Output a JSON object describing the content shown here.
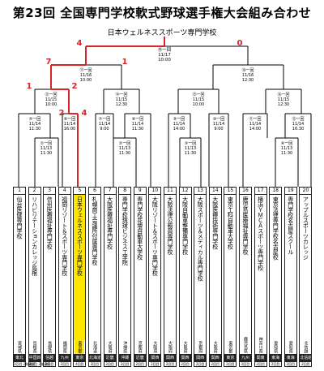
{
  "title": "第23回 全国専門学校軟式野球選手権大会組み合わせ",
  "champion": "日本ウェルネススポーツ専門学校",
  "final": {
    "label": "⑲一回",
    "date": "11/17",
    "time": "10:00",
    "score_left": "4",
    "score_right": "0"
  },
  "matches": [
    {
      "label": "⑰一回",
      "date": "11/16",
      "time": "10:00"
    },
    {
      "label": "⑱一回",
      "date": "11/16",
      "time": "12:30"
    },
    {
      "label": "⑬一回",
      "date": "11/15",
      "time": "10:00"
    },
    {
      "label": "⑭一回",
      "date": "11/15",
      "time": "12:30"
    },
    {
      "label": "⑮一回",
      "date": "11/15",
      "time": "10:00"
    },
    {
      "label": "⑯一回",
      "date": "11/15",
      "time": "12:30"
    },
    {
      "label": "⑤一回",
      "date": "11/14",
      "time": "11:30"
    },
    {
      "label": "⑥一回",
      "date": "11/14",
      "time": "16:00"
    },
    {
      "label": "⑦一回",
      "date": "11/14",
      "time": "9:00"
    },
    {
      "label": "⑧一回",
      "date": "11/14",
      "time": "11:30"
    },
    {
      "label": "⑨一回",
      "date": "11/14",
      "time": "14:00"
    },
    {
      "label": "⑩一回",
      "date": "11/14",
      "time": "9:00"
    },
    {
      "label": "⑪一回",
      "date": "11/14",
      "time": "14:00"
    },
    {
      "label": "⑫一回",
      "date": "11/14",
      "time": "16:30"
    },
    {
      "label": "①一回",
      "date": "11/13",
      "time": "11:30"
    },
    {
      "label": "②一回",
      "date": "11/13",
      "time": "11:30"
    },
    {
      "label": "③一回",
      "date": "11/13",
      "time": "11:30"
    },
    {
      "label": "④一回",
      "date": "11/13",
      "time": "11:30"
    }
  ],
  "scores": [
    "7",
    "1",
    "1",
    "2",
    "2",
    "4"
  ],
  "teams": [
    {
      "num": "1",
      "name": "仙台医健専門学校",
      "loc": "宮城県",
      "region": "東北",
      "rec": "2回目 2年連続"
    },
    {
      "num": "2",
      "name": "リハビリテーションカレッジ島根",
      "loc": "島根県",
      "region": "中国四国",
      "rec": "2回目 2年連続"
    },
    {
      "num": "3",
      "name": "信州医療福祉専門学校",
      "loc": "長野県",
      "region": "信越",
      "rec": "2回目"
    },
    {
      "num": "4",
      "name": "福岡リゾート＆スポーツ専門学校",
      "loc": "福岡県",
      "region": "九州",
      "rec": "2回目"
    },
    {
      "num": "5",
      "name": "日本ウェルネススポーツ専門学校",
      "loc": "東京都",
      "region": "東京",
      "rec": "4回目"
    },
    {
      "num": "6",
      "name": "札幌商工会議所付属専門学校",
      "loc": "北海道",
      "region": "北海道",
      "rec": "2回目"
    },
    {
      "num": "7",
      "name": "大阪医療福祉専門学校",
      "loc": "大阪府",
      "region": "近畿",
      "rec": "2回目"
    },
    {
      "num": "8",
      "name": "専門学校琉球ビジネス工学院",
      "loc": "沖縄県",
      "region": "沖縄",
      "rec": "2回目"
    },
    {
      "num": "9",
      "name": "専門学校花壇自動車大学校",
      "loc": "京都府",
      "region": "近畿",
      "rec": "2回目"
    },
    {
      "num": "10",
      "name": "大阪リゾート＆スポーツ専門学校",
      "loc": "大阪府",
      "region": "関西",
      "rec": "2回目"
    },
    {
      "num": "11",
      "name": "大阪法律公務員専門学校",
      "loc": "大阪府",
      "region": "関西",
      "rec": "2回目"
    },
    {
      "num": "12",
      "name": "大阪自動車整備専門学校",
      "loc": "大阪府",
      "region": "関西",
      "rec": "2回目"
    },
    {
      "num": "13",
      "name": "大阪スポーツ＆メディカル専門学校",
      "loc": "京都府",
      "region": "関西",
      "rec": "2回目"
    },
    {
      "num": "14",
      "name": "大阪医療技術専門学校",
      "loc": "大阪府",
      "region": "関西",
      "rec": "2回目"
    },
    {
      "num": "15",
      "name": "東京工科自動車大学校",
      "loc": "東京都",
      "region": "東京",
      "rec": "2回目"
    },
    {
      "num": "16",
      "name": "鹿児島医療福祉専門学校",
      "loc": "鹿児島県",
      "region": "九州",
      "rec": "2回目"
    },
    {
      "num": "17",
      "name": "横浜ＹＭＣＡスポーツ専門学校",
      "loc": "神奈川県",
      "region": "関東",
      "rec": "2回目"
    },
    {
      "num": "18",
      "name": "東京法律専門学校名古屋校",
      "loc": "愛知県",
      "region": "東海",
      "rec": "2回目"
    },
    {
      "num": "19",
      "name": "専門学校名古屋スクール",
      "loc": "愛知県",
      "region": "東海",
      "rec": "2回目"
    },
    {
      "num": "20",
      "name": "アップルスポーツカレッジ",
      "loc": "北信越",
      "region": "北信越",
      "rec": "2回目"
    }
  ]
}
